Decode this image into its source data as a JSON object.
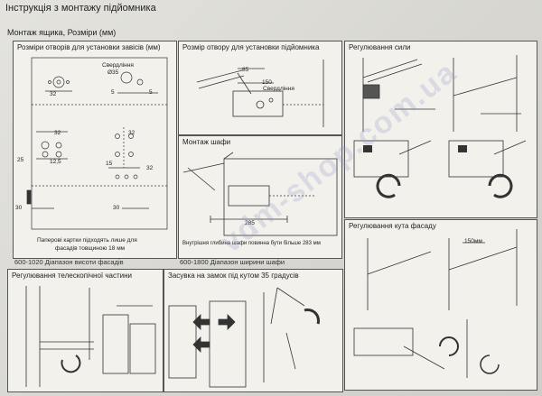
{
  "header": {
    "title": "Інструкція з монтажу підйомника",
    "section": "Монтаж ящика, Розміри (мм)"
  },
  "panels": {
    "hinge_holes": {
      "title": "Розміри отворів для установки завісів (мм)",
      "dims": [
        "32",
        "5",
        "5",
        "32",
        "32",
        "12,5",
        "25",
        "15",
        "32",
        "30",
        "30"
      ],
      "drill_label": "Свердління",
      "drill_dia": "Ø35",
      "note_line1": "Паперові картки підходять лише для",
      "note_line2": "фасадів товщиною 18 мм"
    },
    "lift_hole": {
      "title": "Розмір отвору для установки підйомника",
      "dims": [
        "85",
        "150"
      ],
      "drill_label": "Свердління"
    },
    "cabinet": {
      "title": "Монтаж шафи",
      "dims": [
        "285"
      ],
      "note": "Внутрішня глибина шафи повинна бути більше 283 мм"
    },
    "force": {
      "title": "Регулювання сили"
    },
    "angle": {
      "title": "Регулювання кута фасаду",
      "dims": [
        "150мм"
      ]
    },
    "telescopic": {
      "title": "Регулювання телескопічної частини"
    },
    "lock": {
      "title": "Засувка на замок під кутом 35 градусів"
    }
  },
  "ranges": {
    "height": "600-1020 Діапазон висоти фасадів",
    "width": "600-1800 Діапазон ширини шафи"
  },
  "watermark": "vdm-shop.com.ua"
}
